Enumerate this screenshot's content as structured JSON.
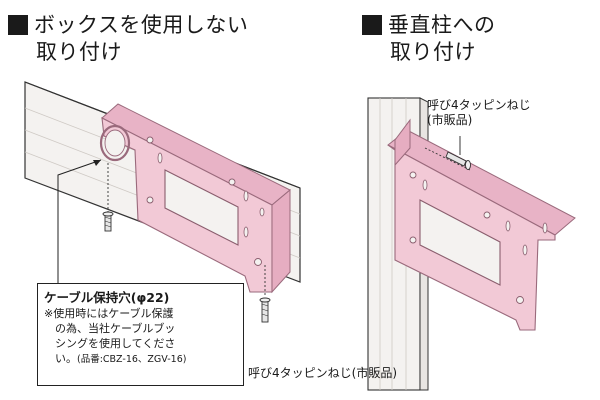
{
  "left_section": {
    "heading_line1": "ボックスを使用しない",
    "heading_line2": "取り付け",
    "screw_label": "呼び4タッピンねじ(市販品)",
    "callout": {
      "title": "ケーブル保持穴(φ22)",
      "note_line1": "※使用時にはケーブル保護",
      "note_line2": "の為、当社ケーブルブッ",
      "note_line3": "シングを使用してくださ",
      "note_line4_a": "い。",
      "note_line4_b": "(品番:CBZ-16、ZGV-16)"
    }
  },
  "right_section": {
    "heading_line1": "垂直柱への",
    "heading_line2": "取り付け",
    "screw_label_line1": "呼び4タッピンねじ",
    "screw_label_line2": "(市販品)"
  },
  "colors": {
    "bracket_pink": "#f2c9d6",
    "bracket_edge": "#b07c8e",
    "wood_fill": "#f4f2f0",
    "line": "#222222"
  }
}
